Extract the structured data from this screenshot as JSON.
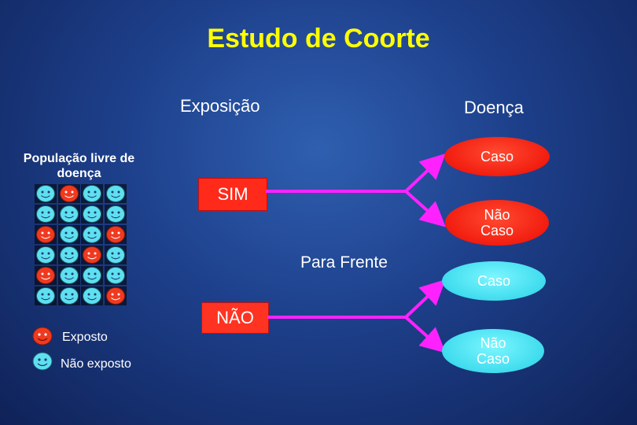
{
  "title": "Estudo de Coorte",
  "headers": {
    "exposure": "Exposição",
    "disease": "Doença"
  },
  "population": {
    "label": "População livre de doença",
    "grid": [
      [
        "n",
        "e",
        "n",
        "n"
      ],
      [
        "n",
        "n",
        "n",
        "n"
      ],
      [
        "e",
        "n",
        "n",
        "e"
      ],
      [
        "n",
        "n",
        "e",
        "n"
      ],
      [
        "e",
        "n",
        "n",
        "n"
      ],
      [
        "n",
        "n",
        "n",
        "e"
      ]
    ]
  },
  "exposure": {
    "yes_label": "SIM",
    "no_label": "NÃO"
  },
  "direction_label": "Para Frente",
  "outcomes": {
    "exposed_case": "Caso",
    "exposed_noncase_line1": "Não",
    "exposed_noncase_line2": "Caso",
    "unexposed_case": "Caso",
    "unexposed_noncase_line1": "Não",
    "unexposed_noncase_line2": "Caso"
  },
  "legend": {
    "exposed": "Exposto",
    "unexposed": "Não exposto"
  },
  "colors": {
    "exposed": "#f03a20",
    "unexposed": "#5ee0f0",
    "arrow": "#ff22ff",
    "title": "#ffff00"
  }
}
